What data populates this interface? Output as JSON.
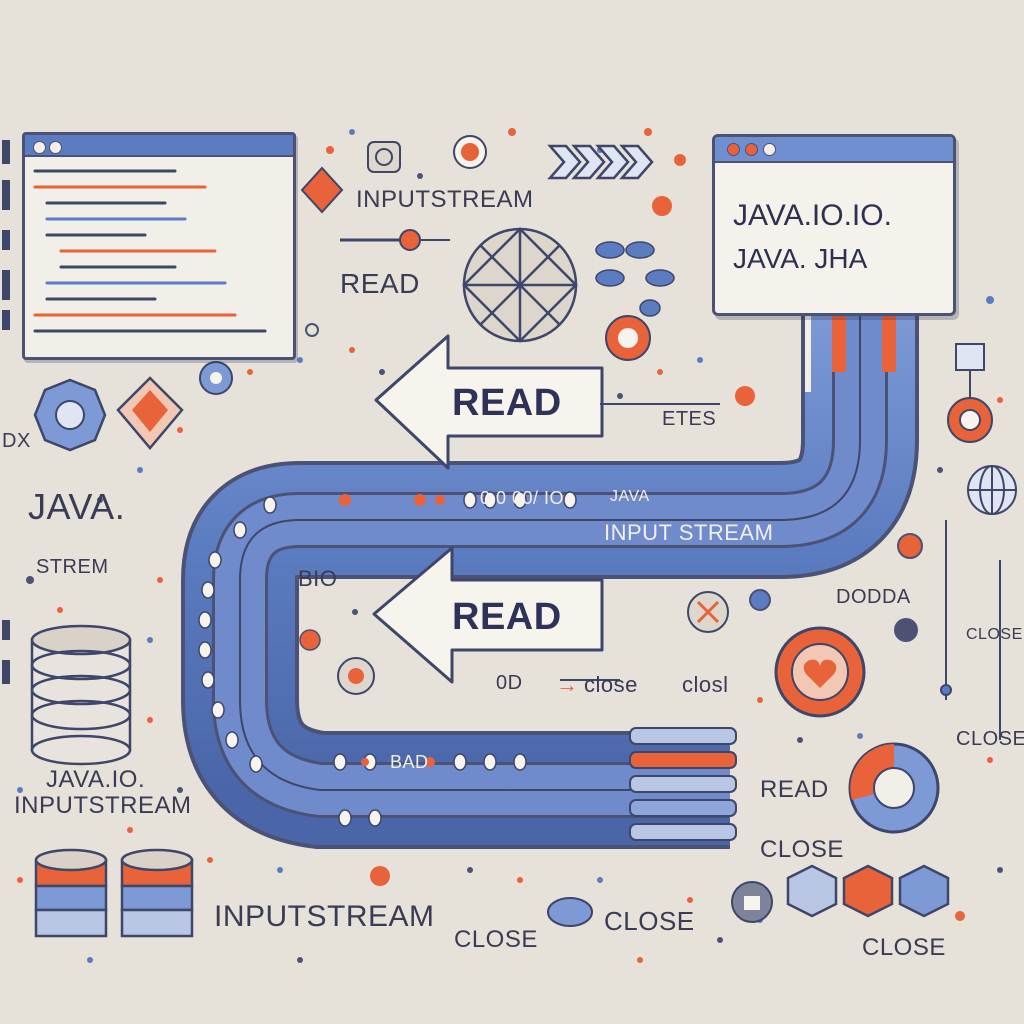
{
  "labels": {
    "inputstream_top": "INPUTSTREAM",
    "read_left": "READ",
    "read_arrow_top": "READ",
    "read_arrow_bottom": "READ",
    "etes": "ETES",
    "pipe_inputstream": "INPUT STREAM",
    "pipe_bits_top": "0 0 00/ IO",
    "pipe_java": "JAVA",
    "bio": "BIO",
    "pipe_bits_bottom": "BAD",
    "java_left": "JAVA.",
    "stream_left": "STREM",
    "java_io_inputstream_line1": "JAVA.IO.",
    "java_io_inputstream_line2": "INPUTSTREAM",
    "inputstream_bottom": "INPUTSTREAM",
    "close_bottom_left": "CLOSE",
    "close_bottom_mid": "CLOSE",
    "close_chain": "close",
    "close_chain_2": "closl",
    "od": "0D",
    "dodda": "DODDA",
    "close_right_1": "CLOSE",
    "close_right_2": "CLOSE",
    "close_right_3": "CLOSE",
    "read_right": "READ",
    "io_window_title": "JAVA.IO.IO.",
    "io_window_sub": "JAVA.   JHA",
    "dx": "DX"
  },
  "colors": {
    "background": "#e6e1d9",
    "pipe_blue": "#5b7cc0",
    "pipe_dark": "#4b5275",
    "accent_orange": "#e8623a",
    "window_bg": "#f2efe9"
  },
  "icons": [
    "code-window-icon",
    "io-window-icon",
    "database-icon",
    "gear-icon",
    "diamond-icon",
    "globe-icon",
    "heart-icon",
    "donut-icon",
    "chevrons-icon"
  ]
}
